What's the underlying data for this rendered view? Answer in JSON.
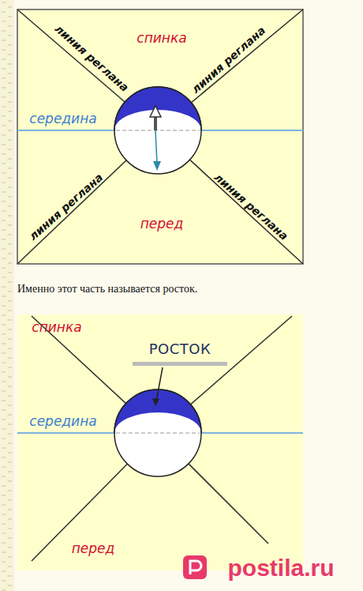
{
  "diagram": {
    "labels": [
      "спинка",
      "линия реглана",
      "линия реглана",
      "середина",
      "линия реглана",
      "линия реглана",
      "перед",
      "Именно этот часть называется росток.",
      "спинка",
      "РОСТОК",
      "середина",
      "перед",
      "postila.ru"
    ]
  }
}
